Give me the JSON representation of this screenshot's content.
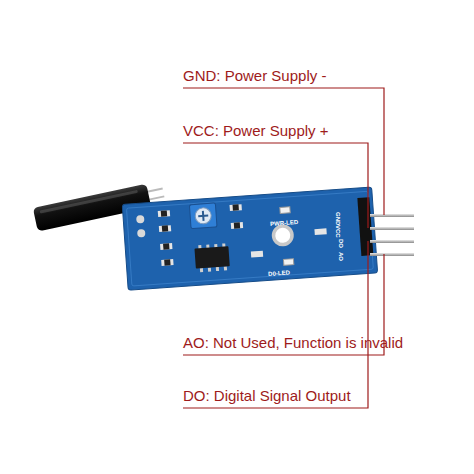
{
  "diagram": {
    "labels": [
      "GND: Power Supply -",
      "VCC: Power Supply +",
      "AO: Not Used, Function is invalid",
      "DO: Digital Signal Output",
      "PWR-LED",
      "D0-LED",
      "GND",
      "VCC",
      "DO",
      "AO"
    ]
  }
}
